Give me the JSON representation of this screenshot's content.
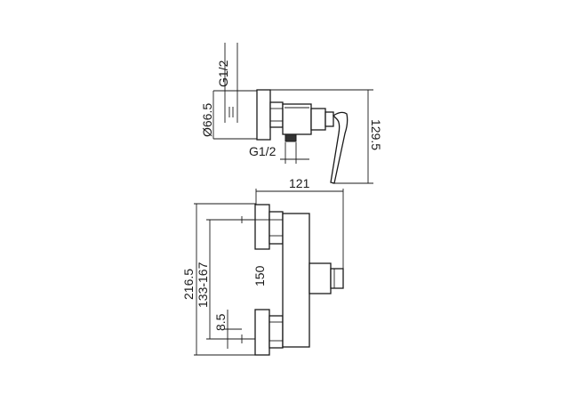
{
  "diagram": {
    "labels": {
      "top_thread": "G1/2",
      "diameter": "Ø66.5",
      "bottom_thread": "G1/2",
      "height_top_view": "129.5",
      "width": "121",
      "total_height": "216.5",
      "spacing_range": "133-167",
      "centers": "150",
      "offset": "8.5"
    },
    "colors": {
      "line": "#1a1a1a",
      "background": "#ffffff"
    }
  }
}
